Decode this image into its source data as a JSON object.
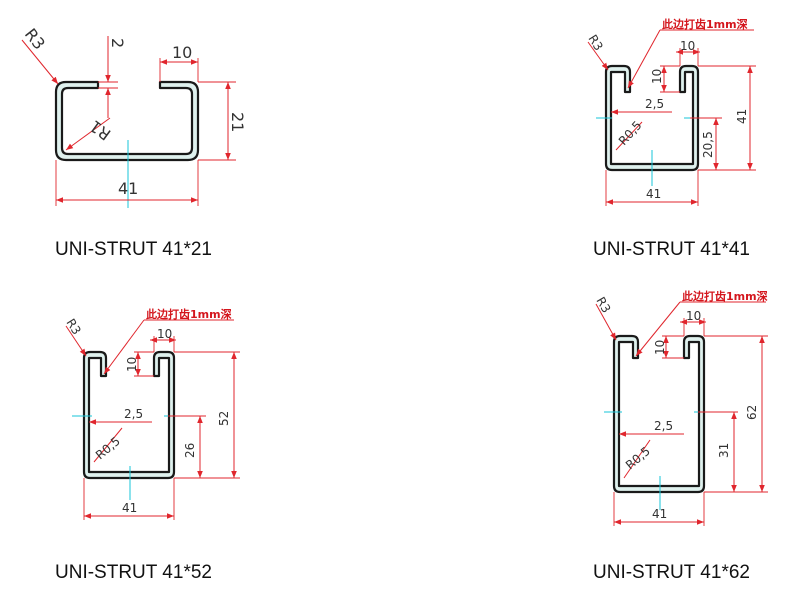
{
  "colors": {
    "dimension": "#e0262d",
    "profile_fill": "#dff1ee",
    "centerline": "#17c6d8",
    "note": "#d4161d"
  },
  "note_text": "此边打齿1mm深",
  "profiles": [
    {
      "caption": "UNI-STRUT 41*21",
      "dims": {
        "width": "41",
        "height": "21",
        "lip": "10",
        "thickness": "2",
        "outer_radius": "R3",
        "inner_radius": "R1"
      }
    },
    {
      "caption": "UNI-STRUT 41*41",
      "dims": {
        "width": "41",
        "height": "41",
        "lip": "10",
        "lip_depth": "10",
        "gap": "2,5",
        "half_height": "20,5",
        "outer_radius": "R3",
        "inner_radius": "R0,5"
      }
    },
    {
      "caption": "UNI-STRUT 41*52",
      "dims": {
        "width": "41",
        "height": "52",
        "lip": "10",
        "lip_depth": "10",
        "gap": "2,5",
        "half_height": "26",
        "outer_radius": "R3",
        "inner_radius": "R0,5"
      }
    },
    {
      "caption": "UNI-STRUT 41*62",
      "dims": {
        "width": "41",
        "height": "62",
        "lip": "10",
        "lip_depth": "10",
        "gap": "2,5",
        "half_height": "31",
        "outer_radius": "R3",
        "inner_radius": "R0,5"
      }
    }
  ]
}
